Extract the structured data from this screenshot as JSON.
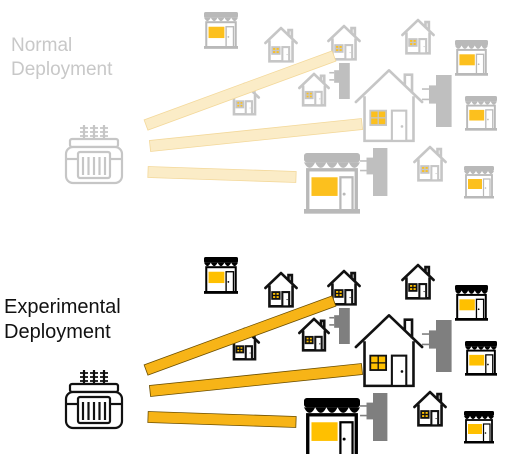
{
  "sections": {
    "normal": {
      "line1": "Normal",
      "line2": "Deployment"
    },
    "experimental": {
      "line1": "Experimental",
      "line2": "Deployment"
    }
  },
  "colors": {
    "normal_stroke": "#c6c6c6",
    "normal_meter": "#bfbfbf",
    "normal_line_fill": "#fbecc7",
    "normal_line_stroke": "#f3d89a",
    "normal_shop_awning": "#b9b9b9",
    "normal_window": "#fcc01e",
    "exp_stroke": "#111111",
    "exp_meter": "#7f7f7f",
    "exp_line_fill": "#f7b417",
    "exp_line_stroke": "#6b4e00",
    "exp_shop_awning": "#000000",
    "exp_window": "#ffc000"
  },
  "icons": {
    "transformer": "transformer-icon",
    "house": "house-icon",
    "shop": "shop-icon",
    "meter": "smart-meter-icon"
  }
}
